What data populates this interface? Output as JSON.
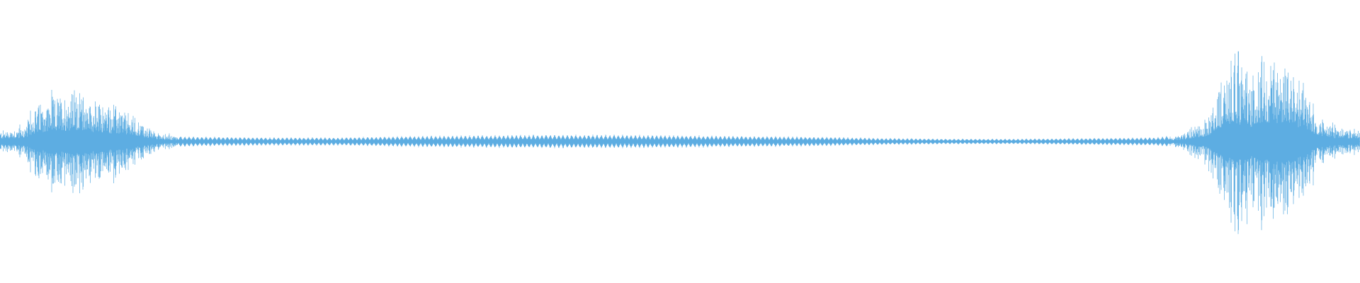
{
  "waveform": {
    "color": "#5dade2",
    "background": "#ffffff",
    "envelope": [
      [
        0.0,
        0.08
      ],
      [
        0.01,
        0.1
      ],
      [
        0.02,
        0.12
      ],
      [
        0.024,
        0.25
      ],
      [
        0.03,
        0.3
      ],
      [
        0.04,
        0.33
      ],
      [
        0.055,
        0.4
      ],
      [
        0.06,
        0.38
      ],
      [
        0.07,
        0.3
      ],
      [
        0.08,
        0.28
      ],
      [
        0.09,
        0.24
      ],
      [
        0.1,
        0.18
      ],
      [
        0.11,
        0.1
      ],
      [
        0.12,
        0.06
      ],
      [
        0.13,
        0.04
      ],
      [
        0.15,
        0.035
      ],
      [
        0.2,
        0.03
      ],
      [
        0.25,
        0.03
      ],
      [
        0.3,
        0.04
      ],
      [
        0.35,
        0.045
      ],
      [
        0.4,
        0.05
      ],
      [
        0.45,
        0.05
      ],
      [
        0.5,
        0.045
      ],
      [
        0.55,
        0.04
      ],
      [
        0.6,
        0.035
      ],
      [
        0.65,
        0.025
      ],
      [
        0.7,
        0.02
      ],
      [
        0.75,
        0.02
      ],
      [
        0.8,
        0.025
      ],
      [
        0.85,
        0.03
      ],
      [
        0.868,
        0.05
      ],
      [
        0.875,
        0.1
      ],
      [
        0.885,
        0.12
      ],
      [
        0.892,
        0.3
      ],
      [
        0.9,
        0.52
      ],
      [
        0.91,
        0.58
      ],
      [
        0.92,
        0.5
      ],
      [
        0.93,
        0.6
      ],
      [
        0.94,
        0.62
      ],
      [
        0.95,
        0.55
      ],
      [
        0.96,
        0.4
      ],
      [
        0.97,
        0.18
      ],
      [
        0.98,
        0.12
      ],
      [
        0.99,
        0.1
      ],
      [
        1.0,
        0.09
      ]
    ]
  }
}
